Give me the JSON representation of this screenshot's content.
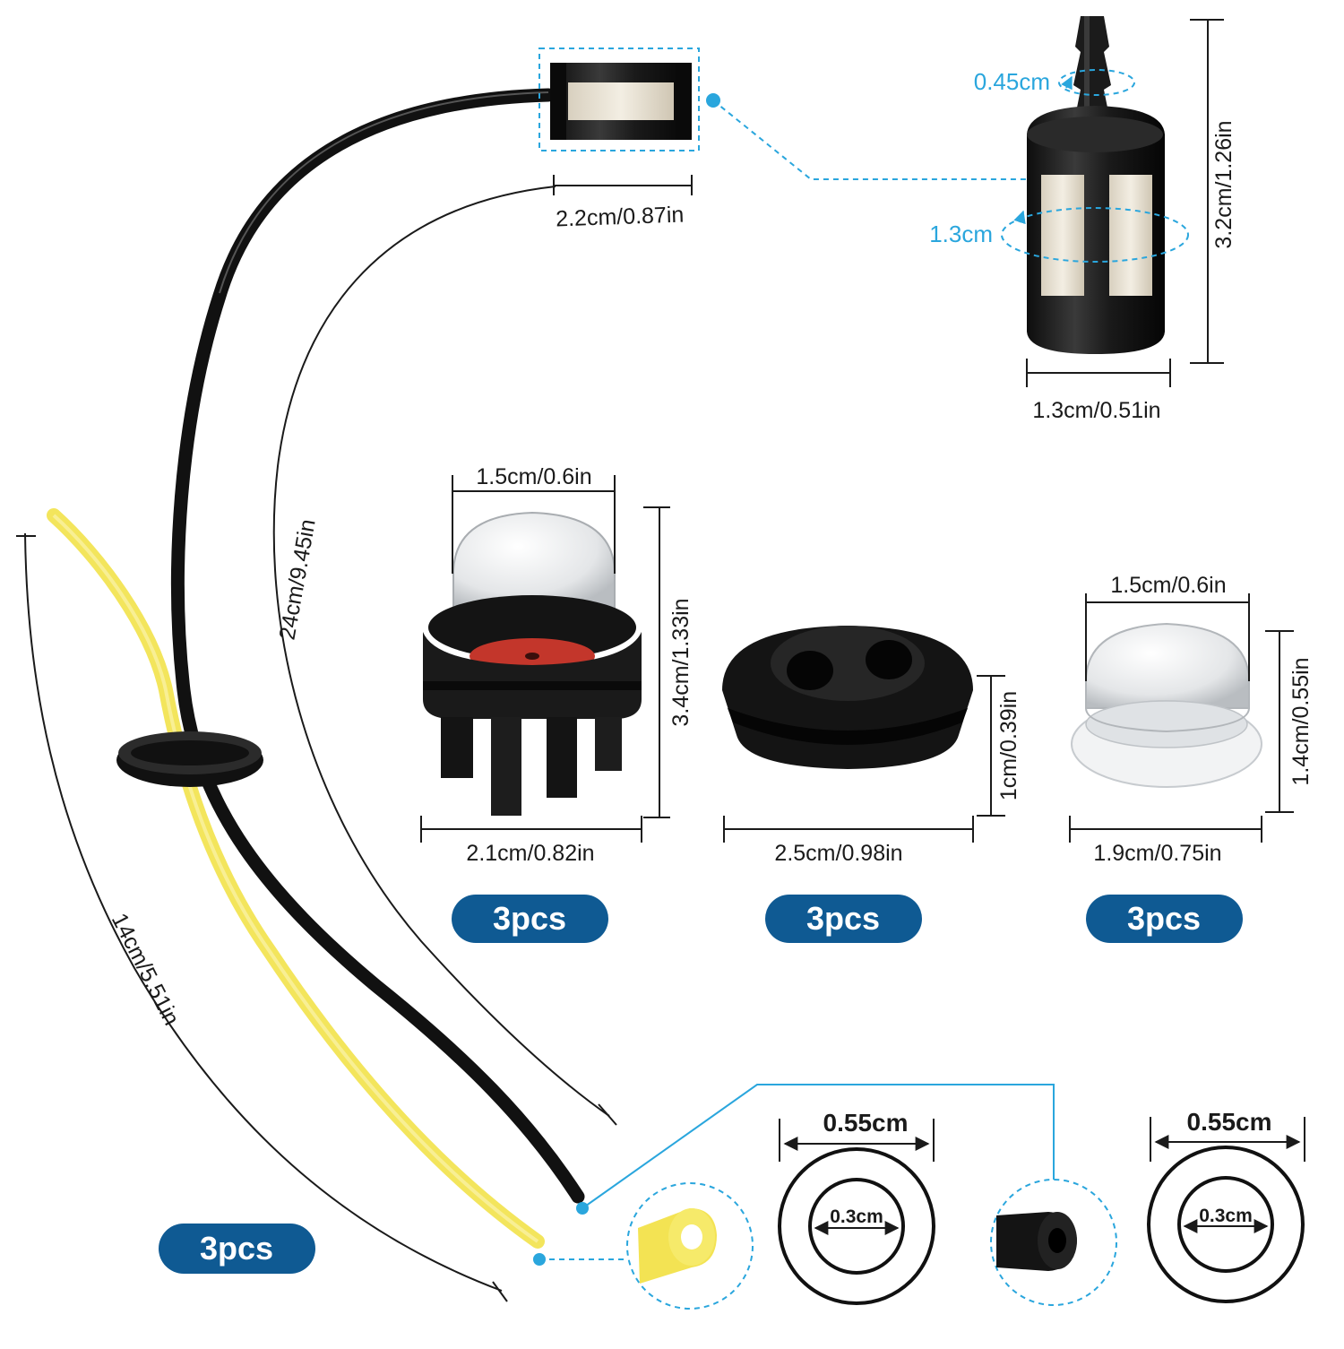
{
  "colors": {
    "accent_blue": "#2aa6dd",
    "badge_blue": "#0f5a93",
    "hose_black": "#111111",
    "hose_yellow": "#f2e24a"
  },
  "filter": {
    "width_label": "2.2cm/0.87in",
    "outlet_label": "0.45cm",
    "body_diameter_label": "1.3cm",
    "height_label": "3.2cm/1.26in",
    "base_width_label": "1.3cm/0.51in"
  },
  "hose": {
    "black_length_label": "24cm/9.45in",
    "yellow_length_label": "14cm/5.51in",
    "badge_label": "3pcs"
  },
  "primer_bulb": {
    "top_width_label": "1.5cm/0.6in",
    "height_label": "3.4cm/1.33in",
    "base_width_label": "2.1cm/0.82in",
    "badge_label": "3pcs"
  },
  "grommet": {
    "height_label": "1cm/0.39in",
    "width_label": "2.5cm/0.98in",
    "badge_label": "3pcs"
  },
  "clear_bulb": {
    "top_width_label": "1.5cm/0.6in",
    "height_label": "1.4cm/0.55in",
    "base_width_label": "1.9cm/0.75in",
    "badge_label": "3pcs"
  },
  "cross_section_left": {
    "outer_label": "0.55cm",
    "inner_label": "0.3cm"
  },
  "cross_section_right": {
    "outer_label": "0.55cm",
    "inner_label": "0.3cm"
  }
}
